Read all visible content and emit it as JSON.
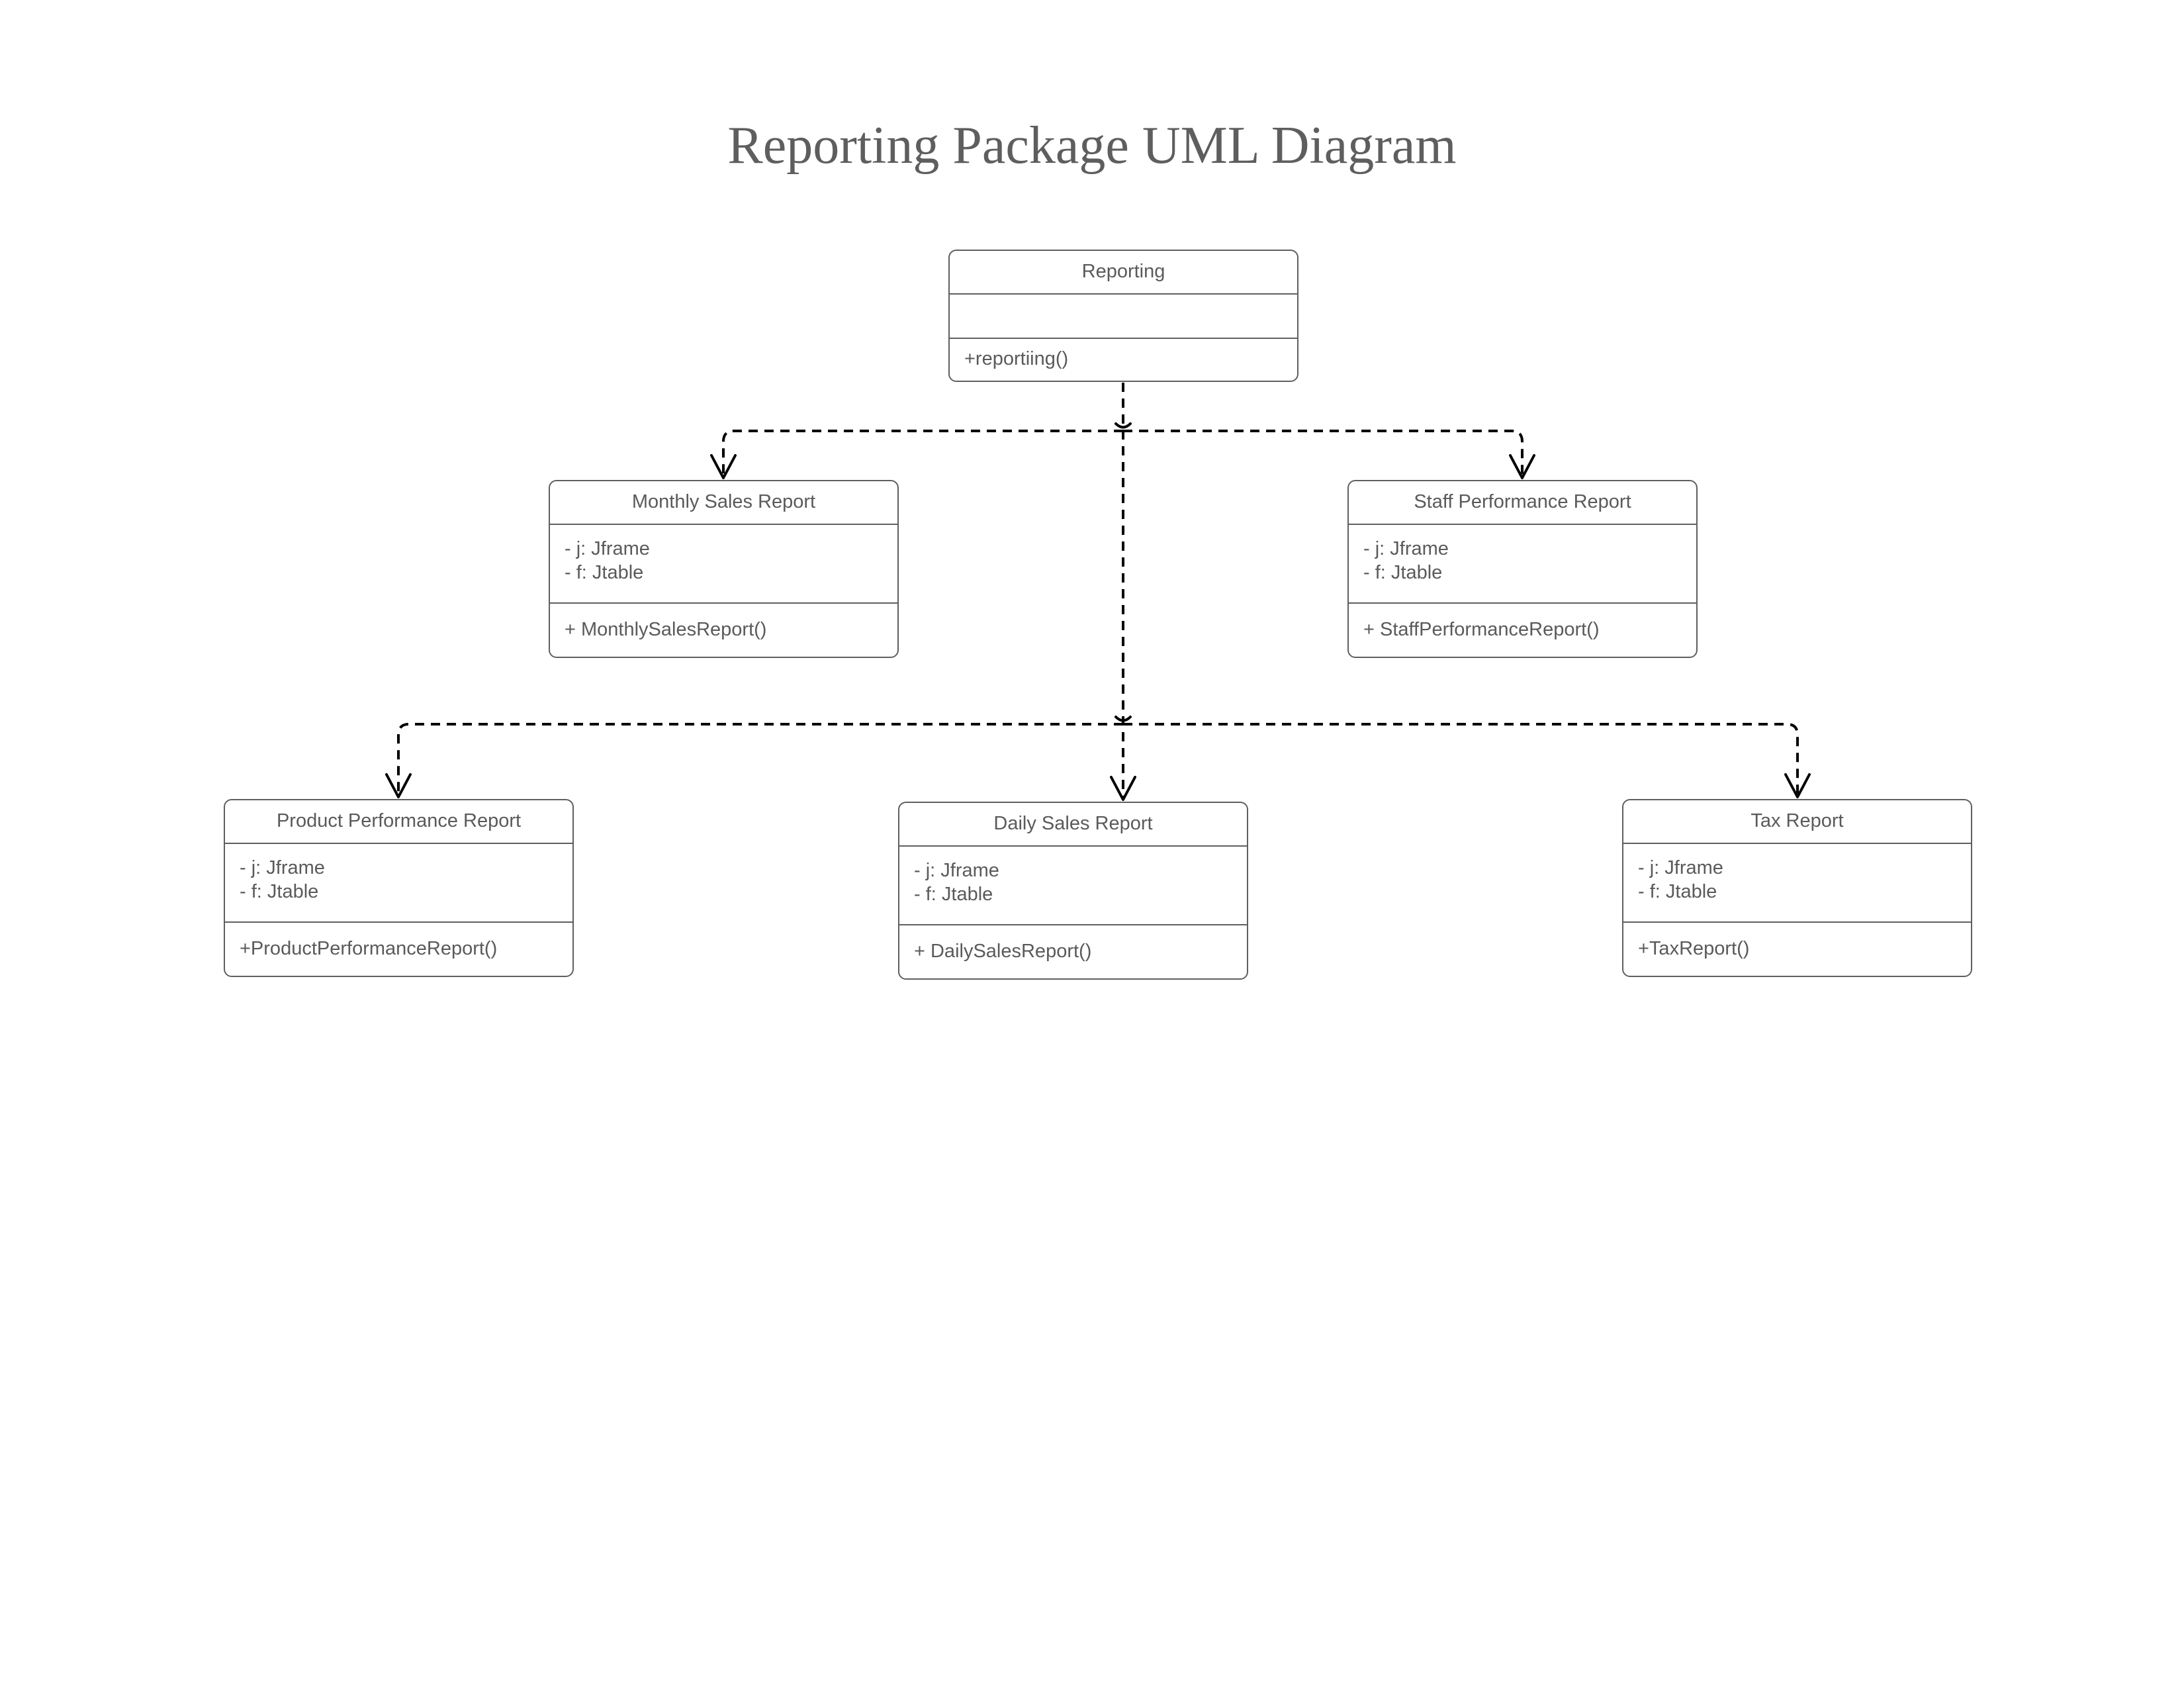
{
  "title": "Reporting Package UML Diagram",
  "classes": {
    "reporting": {
      "name": "Reporting",
      "attributes": [],
      "operations": [
        "+reportiing()"
      ]
    },
    "monthly_sales_report": {
      "name": "Monthly Sales Report",
      "attributes": [
        "- j: Jframe",
        "- f: Jtable"
      ],
      "operations": [
        "+ MonthlySalesReport()"
      ]
    },
    "staff_performance_report": {
      "name": "Staff Performance Report",
      "attributes": [
        "- j: Jframe",
        "- f: Jtable"
      ],
      "operations": [
        "+ StaffPerformanceReport()"
      ]
    },
    "product_performance_report": {
      "name": "Product Performance Report",
      "attributes": [
        "- j: Jframe",
        "- f: Jtable"
      ],
      "operations": [
        "+ProductPerformanceReport()"
      ]
    },
    "daily_sales_report": {
      "name": "Daily Sales Report",
      "attributes": [
        "- j: Jframe",
        "- f: Jtable"
      ],
      "operations": [
        "+ DailySalesReport()"
      ]
    },
    "tax_report": {
      "name": "Tax Report",
      "attributes": [
        "- j: Jframe",
        "- f: Jtable"
      ],
      "operations": [
        "+TaxReport()"
      ]
    }
  },
  "relationships": [
    {
      "from": "reporting",
      "to": "monthly_sales_report",
      "style": "dashed",
      "arrow": "open"
    },
    {
      "from": "reporting",
      "to": "staff_performance_report",
      "style": "dashed",
      "arrow": "open"
    },
    {
      "from": "reporting",
      "to": "product_performance_report",
      "style": "dashed",
      "arrow": "open"
    },
    {
      "from": "reporting",
      "to": "daily_sales_report",
      "style": "dashed",
      "arrow": "open"
    },
    {
      "from": "reporting",
      "to": "tax_report",
      "style": "dashed",
      "arrow": "open"
    }
  ],
  "colors": {
    "title": "#5e5e5e",
    "box_border": "#5f5f5f",
    "text": "#5a5a5a",
    "connector": "#000000"
  }
}
